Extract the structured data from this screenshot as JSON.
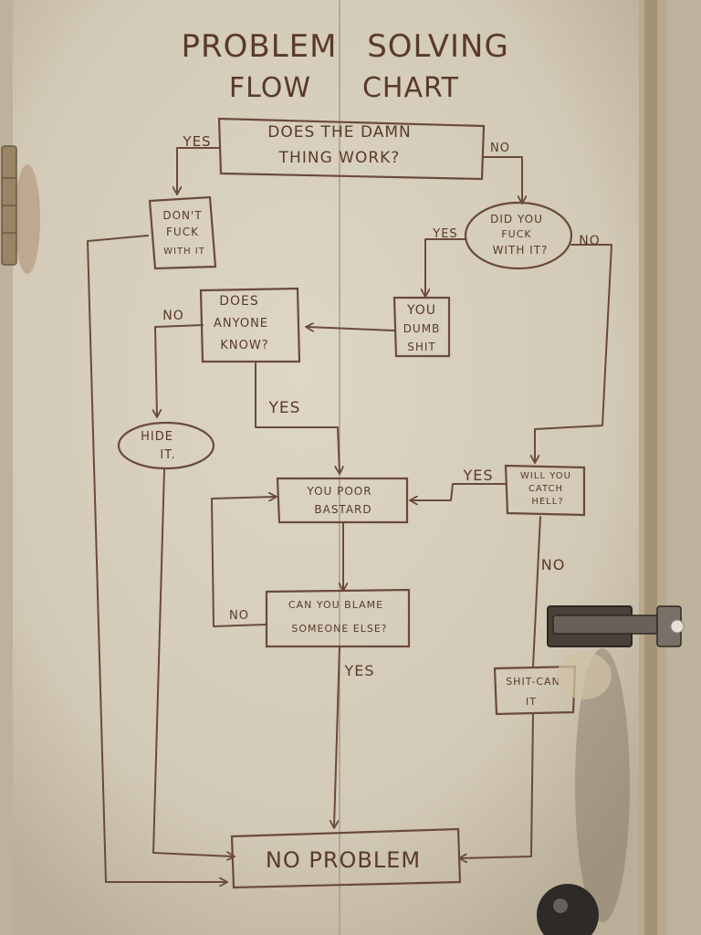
{
  "title": {
    "line1_left": "PROBLEM",
    "line1_right": "SOLVING",
    "line2_left": "FLOW",
    "line2_right": "CHART"
  },
  "nodes": {
    "does_work": [
      "DOES THE DAMN",
      "THING WORK?"
    ],
    "dont_fuck": [
      "DON'T",
      "FUCK",
      "WITH IT"
    ],
    "did_you_fuck": [
      "DID YOU",
      "FUCK",
      "WITH IT?"
    ],
    "you_dumb_shit": [
      "YOU",
      "DUMB",
      "SHIT"
    ],
    "does_anyone_know": [
      "DOES",
      "ANYONE",
      "KNOW?"
    ],
    "hide_it": [
      "HIDE",
      "IT."
    ],
    "poor_bastard": [
      "YOU POOR",
      "BASTARD"
    ],
    "catch_hell": [
      "WILL YOU",
      "CATCH",
      "HELL?"
    ],
    "blame_someone": [
      "CAN YOU BLAME",
      "SOMEONE ELSE?"
    ],
    "shit_can": [
      "SHIT-CAN",
      "IT"
    ],
    "no_problem": [
      "NO PROBLEM"
    ]
  },
  "edge_labels": {
    "work_yes": "YES",
    "work_no": "NO",
    "fuck_yes": "YES",
    "fuck_no": "NO",
    "anyone_no": "NO",
    "anyone_yes": "YES",
    "hell_yes": "YES",
    "hell_no": "NO",
    "blame_no": "NO",
    "blame_yes": "YES"
  },
  "colors": {
    "door": "#d8d0bf",
    "ink": "#5a3a2a",
    "frame": "#b9a98e",
    "stain": "#8a5a3a"
  }
}
